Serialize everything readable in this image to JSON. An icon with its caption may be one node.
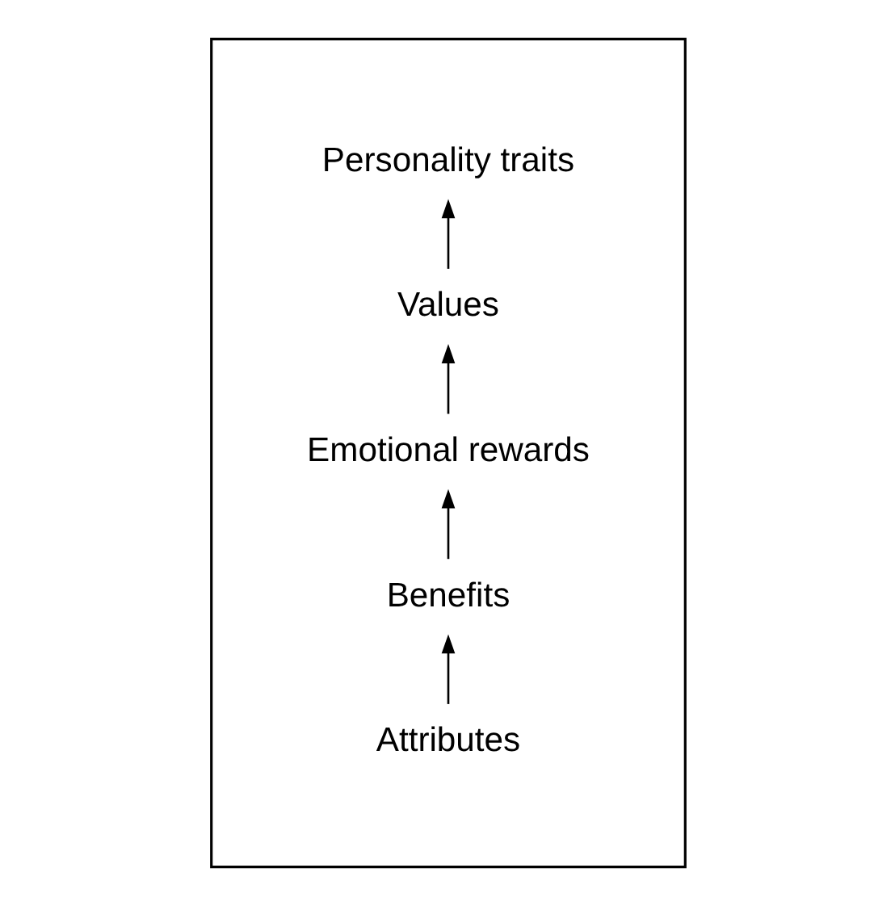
{
  "diagram": {
    "nodes": [
      {
        "text": [],
        "shape": "triangle"
      },
      {
        "text": [
          "Personality traits"
        ],
        "in": 0
      },
      {
        "text": [
          "Values"
        ],
        "in": 0
      },
      {
        "text": [
          "Emotional rewards"
        ],
        "in": 0
      },
      {
        "text": [
          "Benefits"
        ],
        "in": 0
      },
      {
        "text": [
          "Attributes"
        ],
        "in": 0
      }
    ],
    "edges": [
      {
        "from": 5,
        "to": 4,
        "arrow": "to"
      },
      {
        "from": 4,
        "to": 3,
        "arrow": "to"
      },
      {
        "from": 3,
        "to": 2,
        "arrow": "to"
      },
      {
        "from": 2,
        "to": 1,
        "arrow": "to"
      }
    ]
  }
}
